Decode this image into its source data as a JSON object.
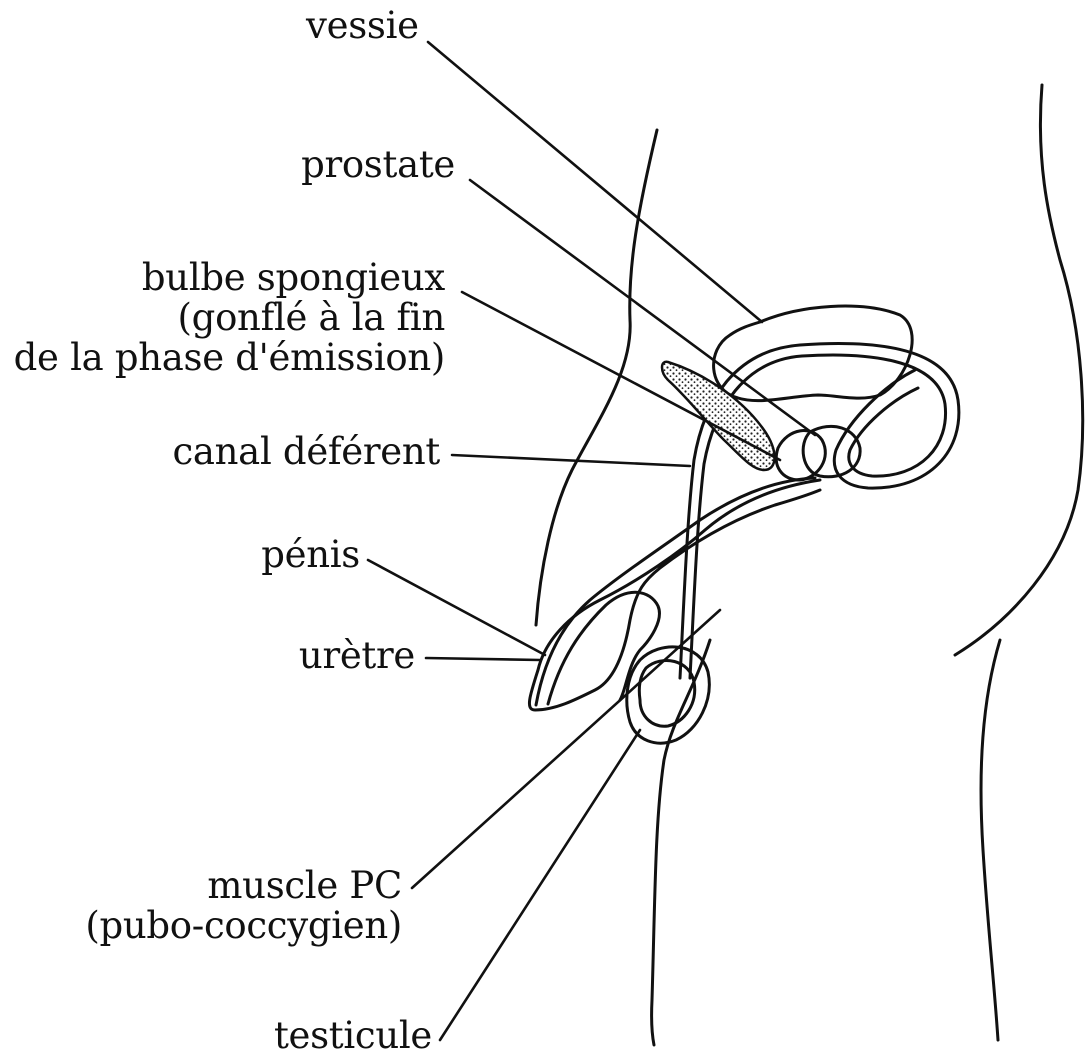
{
  "labels": {
    "vessie": "vessie",
    "prostate": "prostate",
    "bulbe_line1": "bulbe spongieux",
    "bulbe_line2": "(gonflé à la fin",
    "bulbe_line3": "de la phase d'émission)",
    "canal": "canal déférent",
    "penis": "pénis",
    "uretre": "urètre",
    "muscle_line1": "muscle PC",
    "muscle_line2": "(pubo-coccygien)",
    "testicule": "testicule"
  },
  "colors": {
    "ink": "#111111",
    "background": "#ffffff",
    "stipple": "#222222"
  }
}
